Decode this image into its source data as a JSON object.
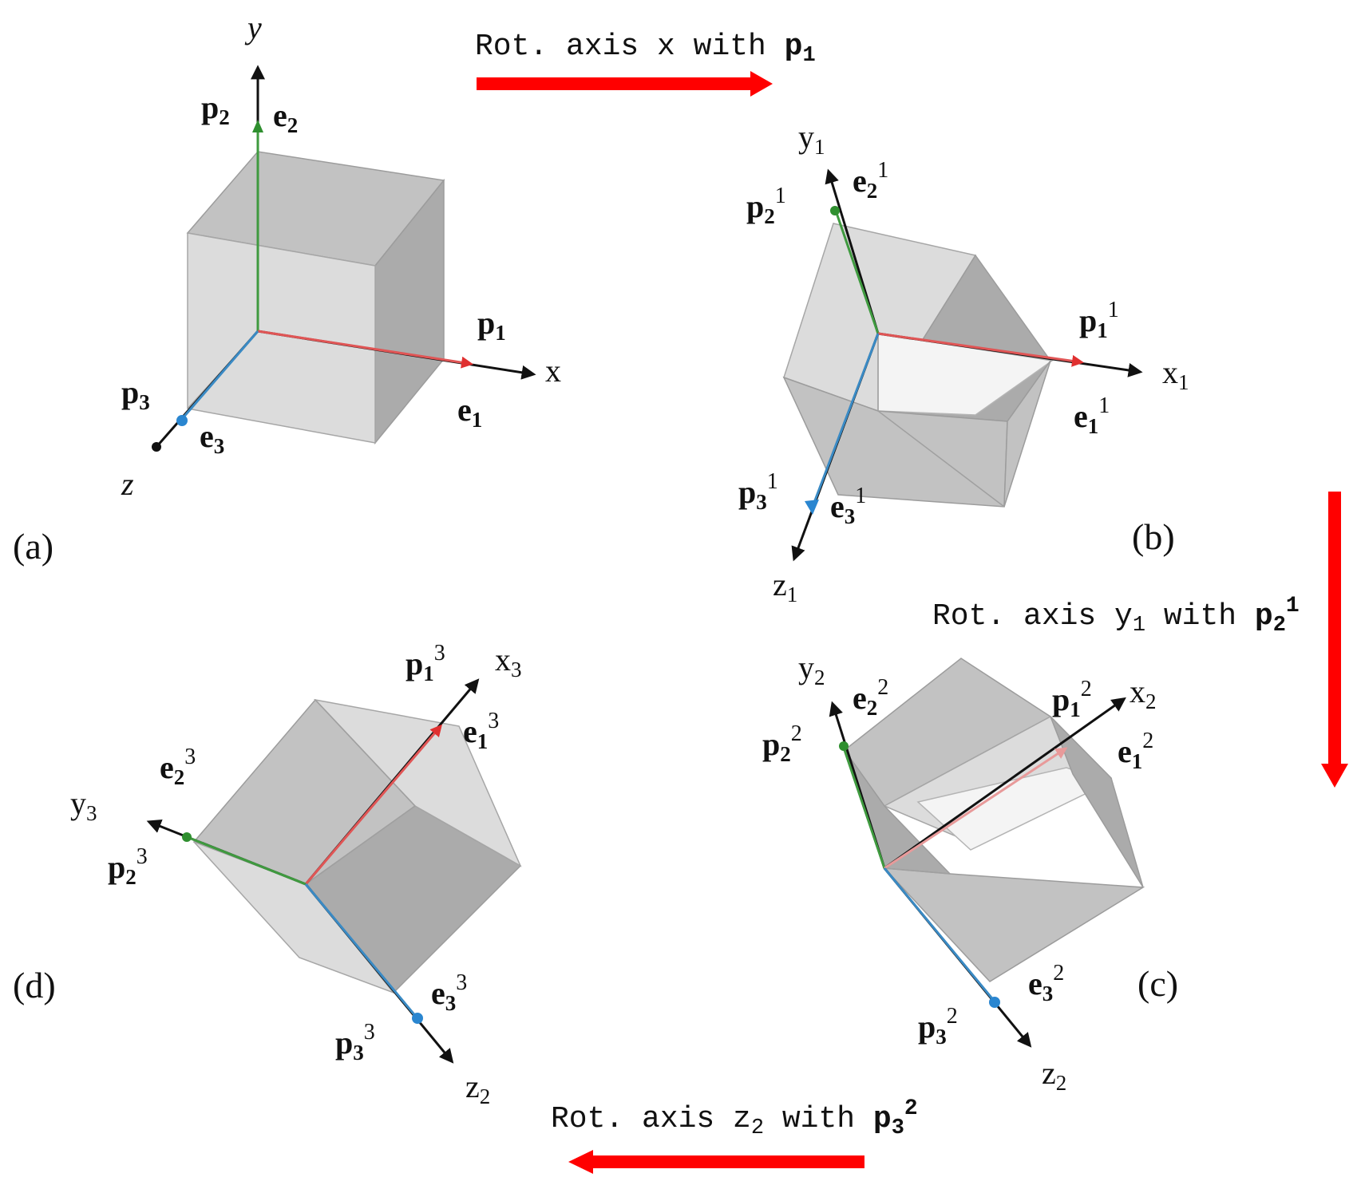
{
  "arrows": {
    "top": {
      "text": "Rot. axis x with ",
      "sym": "p",
      "sub": "1",
      "sup": ""
    },
    "right": {
      "text": "Rot. axis y",
      "ysub": "1",
      "mid": " with ",
      "sym": "p",
      "sub": "2",
      "sup": "1"
    },
    "bottom": {
      "text": "Rot. axis z",
      "zsub": "2",
      "mid": " with ",
      "sym": "p",
      "sub": "3",
      "sup": "2"
    }
  },
  "panels": {
    "a": {
      "label": "(a)",
      "axes": {
        "x": "x",
        "y": "y",
        "z": "z"
      },
      "vectors": {
        "p1": {
          "sym": "p",
          "sub": "1"
        },
        "p2": {
          "sym": "p",
          "sub": "2"
        },
        "p3": {
          "sym": "p",
          "sub": "3"
        },
        "e1": {
          "sym": "e",
          "sub": "1"
        },
        "e2": {
          "sym": "e",
          "sub": "2"
        },
        "e3": {
          "sym": "e",
          "sub": "3"
        }
      }
    },
    "b": {
      "label": "(b)",
      "axes": {
        "x": "x",
        "xsub": "1",
        "y": "y",
        "ysub": "1",
        "z": "z",
        "zsub": "1"
      },
      "vectors": {
        "p1": {
          "sym": "p",
          "sub": "1",
          "sup": "1"
        },
        "p2": {
          "sym": "p",
          "sub": "2",
          "sup": "1"
        },
        "p3": {
          "sym": "p",
          "sub": "3",
          "sup": "1"
        },
        "e1": {
          "sym": "e",
          "sub": "1",
          "sup": "1"
        },
        "e2": {
          "sym": "e",
          "sub": "2",
          "sup": "1"
        },
        "e3": {
          "sym": "e",
          "sub": "3",
          "sup": "1"
        }
      }
    },
    "c": {
      "label": "(c)",
      "axes": {
        "x": "x",
        "xsub": "2",
        "y": "y",
        "ysub": "2",
        "z": "z",
        "zsub": "2"
      },
      "vectors": {
        "p1": {
          "sym": "p",
          "sub": "1",
          "sup": "2"
        },
        "p2": {
          "sym": "p",
          "sub": "2",
          "sup": "2"
        },
        "p3": {
          "sym": "p",
          "sub": "3",
          "sup": "2"
        },
        "e1": {
          "sym": "e",
          "sub": "1",
          "sup": "2"
        },
        "e2": {
          "sym": "e",
          "sub": "2",
          "sup": "2"
        },
        "e3": {
          "sym": "e",
          "sub": "3",
          "sup": "2"
        }
      }
    },
    "d": {
      "label": "(d)",
      "axes": {
        "x": "x",
        "xsub": "3",
        "y": "y",
        "ysub": "3",
        "z": "z",
        "zsub": "2"
      },
      "vectors": {
        "p1": {
          "sym": "p",
          "sub": "1",
          "sup": "3"
        },
        "p2": {
          "sym": "p",
          "sub": "2",
          "sup": "3"
        },
        "p3": {
          "sym": "p",
          "sub": "3",
          "sup": "3"
        },
        "e1": {
          "sym": "e",
          "sub": "1",
          "sup": "3"
        },
        "e2": {
          "sym": "e",
          "sub": "2",
          "sup": "3"
        },
        "e3": {
          "sym": "e",
          "sub": "3",
          "sup": "3"
        }
      }
    }
  },
  "colors": {
    "arrow": "#ff0000",
    "x_vector": "#e05555",
    "y_vector": "#3f9a3f",
    "z_vector": "#3a8ac4",
    "axis": "#111111"
  }
}
